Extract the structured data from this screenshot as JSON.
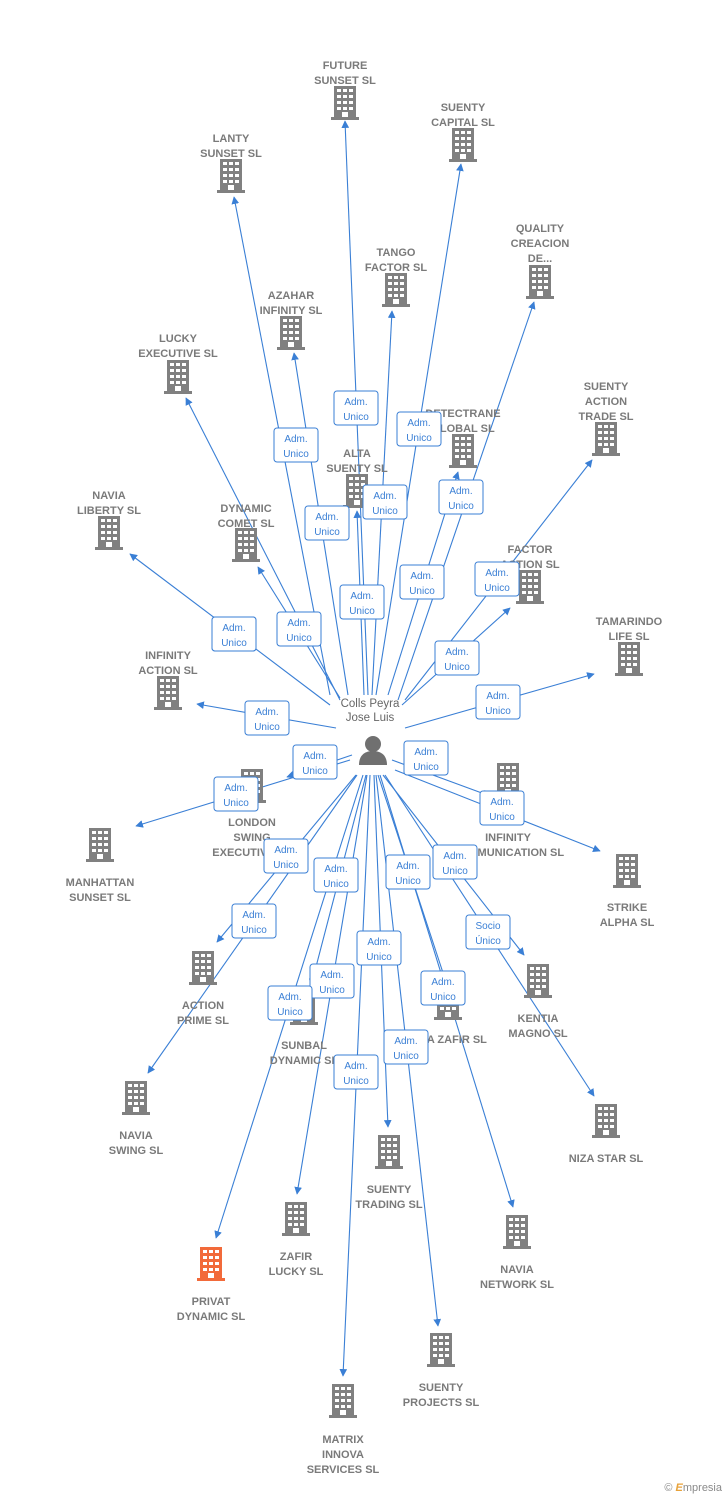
{
  "colors": {
    "edge": "#3a7fd5",
    "company_icon": "#808080",
    "highlight_icon": "#f26a3a",
    "person_icon": "#707070",
    "label": "#7a7a7a"
  },
  "center": {
    "name_line1": "Colls Peyra",
    "name_line2": "Jose Luis",
    "icon": "person-icon"
  },
  "companies": [
    {
      "id": "future-sunset",
      "lines": [
        "FUTURE",
        "SUNSET SL"
      ]
    },
    {
      "id": "suenty-capital",
      "lines": [
        "SUENTY",
        "CAPITAL SL"
      ]
    },
    {
      "id": "lanty-sunset",
      "lines": [
        "LANTY",
        "SUNSET SL"
      ]
    },
    {
      "id": "quality-creacion",
      "lines": [
        "QUALITY",
        "CREACION",
        "DE..."
      ]
    },
    {
      "id": "tango-factor",
      "lines": [
        "TANGO",
        "FACTOR SL"
      ]
    },
    {
      "id": "azahar-infinity",
      "lines": [
        "AZAHAR",
        "INFINITY SL"
      ]
    },
    {
      "id": "lucky-executive",
      "lines": [
        "LUCKY",
        "EXECUTIVE SL"
      ]
    },
    {
      "id": "suenty-action-trade",
      "lines": [
        "SUENTY",
        "ACTION",
        "TRADE SL"
      ]
    },
    {
      "id": "detectrane-global",
      "lines": [
        "DETECTRANE",
        "GLOBAL SL"
      ]
    },
    {
      "id": "alta-suenty",
      "lines": [
        "ALTA",
        "SUENTY SL"
      ]
    },
    {
      "id": "navia-liberty",
      "lines": [
        "NAVIA",
        "LIBERTY SL"
      ]
    },
    {
      "id": "dynamic-comet",
      "lines": [
        "DYNAMIC",
        "COMET SL"
      ]
    },
    {
      "id": "factor-action",
      "lines": [
        "FACTOR",
        "ACTION SL"
      ]
    },
    {
      "id": "tamarindo-life",
      "lines": [
        "TAMARINDO",
        "LIFE SL"
      ]
    },
    {
      "id": "infinity-action",
      "lines": [
        "INFINITY",
        "ACTION SL"
      ]
    },
    {
      "id": "london-swing",
      "lines": [
        "LONDON",
        "SWING",
        "EXECUTIVE SL"
      ]
    },
    {
      "id": "infinity-communication",
      "lines": [
        "INFINITY",
        "COMMUNICATION SL"
      ]
    },
    {
      "id": "manhattan-sunset",
      "lines": [
        "MANHATTAN",
        "SUNSET SL"
      ]
    },
    {
      "id": "strike-alpha",
      "lines": [
        "STRIKE",
        "ALPHA SL"
      ]
    },
    {
      "id": "action-prime",
      "lines": [
        "ACTION",
        "PRIME SL"
      ]
    },
    {
      "id": "kentia-magno",
      "lines": [
        "KENTIA",
        "MAGNO SL"
      ]
    },
    {
      "id": "sunbal-dynamic",
      "lines": [
        "SUNBAL",
        "DYNAMIC SL"
      ]
    },
    {
      "id": "niza-zafir",
      "lines": [
        "NIZA ZAFIR SL"
      ]
    },
    {
      "id": "navia-swing",
      "lines": [
        "NAVIA",
        "SWING SL"
      ]
    },
    {
      "id": "niza-star",
      "lines": [
        "NIZA STAR SL"
      ]
    },
    {
      "id": "suenty-trading",
      "lines": [
        "SUENTY",
        "TRADING SL"
      ]
    },
    {
      "id": "zafir-lucky",
      "lines": [
        "ZAFIR",
        "LUCKY SL"
      ]
    },
    {
      "id": "navia-network",
      "lines": [
        "NAVIA",
        "NETWORK SL"
      ]
    },
    {
      "id": "privat-dynamic",
      "lines": [
        "PRIVAT",
        "DYNAMIC  SL"
      ],
      "highlight": true
    },
    {
      "id": "suenty-projects",
      "lines": [
        "SUENTY",
        "PROJECTS SL"
      ]
    },
    {
      "id": "matrix-innova",
      "lines": [
        "MATRIX",
        "INNOVA",
        "SERVICES SL"
      ]
    }
  ],
  "relations": [
    {
      "to": "future-sunset",
      "role": [
        "Adm.",
        "Unico"
      ]
    },
    {
      "to": "suenty-capital",
      "role": [
        "Adm.",
        "Unico"
      ]
    },
    {
      "to": "lanty-sunset",
      "role": [
        "Adm.",
        "Unico"
      ]
    },
    {
      "to": "quality-creacion",
      "role": [
        "Adm.",
        "Unico"
      ]
    },
    {
      "to": "tango-factor",
      "role": [
        "Adm.",
        "Unico"
      ]
    },
    {
      "to": "azahar-infinity",
      "role": [
        "Adm.",
        "Unico"
      ]
    },
    {
      "to": "lucky-executive",
      "role": [
        "Adm.",
        "Unico"
      ]
    },
    {
      "to": "suenty-action-trade",
      "role": [
        "Adm.",
        "Unico"
      ]
    },
    {
      "to": "detectrane-global",
      "role": [
        "Adm.",
        "Unico"
      ]
    },
    {
      "to": "alta-suenty",
      "role": [
        "Adm.",
        "Unico"
      ]
    },
    {
      "to": "navia-liberty",
      "role": [
        "Adm.",
        "Unico"
      ]
    },
    {
      "to": "dynamic-comet",
      "role": [
        "Adm.",
        "Unico"
      ]
    },
    {
      "to": "factor-action",
      "role": [
        "Adm.",
        "Unico"
      ]
    },
    {
      "to": "tamarindo-life",
      "role": [
        "Adm.",
        "Unico"
      ]
    },
    {
      "to": "infinity-action",
      "role": [
        "Adm.",
        "Unico"
      ]
    },
    {
      "to": "london-swing",
      "role": [
        "Adm.",
        "Unico"
      ]
    },
    {
      "to": "infinity-communication",
      "role": [
        "Adm.",
        "Unico"
      ]
    },
    {
      "to": "manhattan-sunset",
      "role": [
        "Adm.",
        "Unico"
      ]
    },
    {
      "to": "strike-alpha",
      "role": [
        "Adm.",
        "Unico"
      ]
    },
    {
      "to": "action-prime",
      "role": [
        "Adm.",
        "Unico"
      ]
    },
    {
      "to": "kentia-magno",
      "role": [
        "Socio",
        "Único"
      ]
    },
    {
      "to": "sunbal-dynamic",
      "role": [
        "Adm.",
        "Unico"
      ]
    },
    {
      "to": "niza-zafir",
      "role": [
        "Adm.",
        "Unico"
      ]
    },
    {
      "to": "navia-swing",
      "role": [
        "Adm.",
        "Unico"
      ]
    },
    {
      "to": "niza-star",
      "role": [
        "Adm.",
        "Unico"
      ]
    },
    {
      "to": "suenty-trading",
      "role": [
        "Adm.",
        "Unico"
      ]
    },
    {
      "to": "zafir-lucky",
      "role": [
        "Adm.",
        "Unico"
      ]
    },
    {
      "to": "navia-network",
      "role": [
        "Adm.",
        "Unico"
      ]
    },
    {
      "to": "privat-dynamic",
      "role": [
        "Adm.",
        "Unico"
      ]
    },
    {
      "to": "suenty-projects",
      "role": [
        "Adm.",
        "Unico"
      ]
    },
    {
      "to": "matrix-innova",
      "role": [
        "Adm.",
        "Unico"
      ]
    }
  ],
  "brand": {
    "copyright": "©",
    "name_first": "E",
    "name_rest": "mpresia"
  }
}
